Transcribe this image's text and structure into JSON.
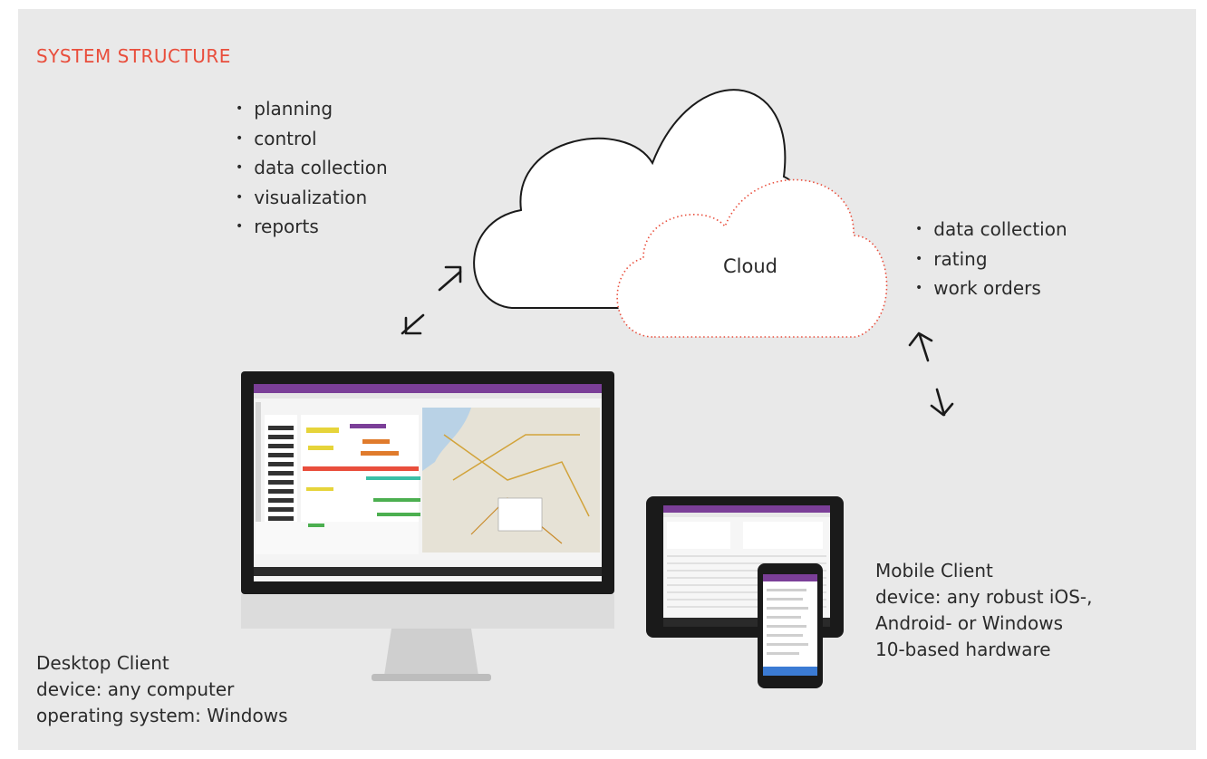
{
  "title": "SYSTEM STRUCTURE",
  "cloud": {
    "label": "Cloud",
    "functions": [
      "planning",
      "control",
      "data collection",
      "visualization",
      "reports"
    ]
  },
  "edge": {
    "functions": [
      "data collection",
      "rating",
      "work orders"
    ]
  },
  "desktop_client": {
    "name": "Desktop Client",
    "device": "device: any computer",
    "os": "operating system: Windows"
  },
  "mobile_client": {
    "name": "Mobile Client",
    "device_line1": "device: any robust iOS-,",
    "device_line2": "Android- or Windows",
    "device_line3": "10-based hardware"
  },
  "colors": {
    "accent": "#e94e3c",
    "background": "#e9e9e9",
    "app_header": "#7b3f98",
    "dotted_outline": "#e94e3c"
  }
}
